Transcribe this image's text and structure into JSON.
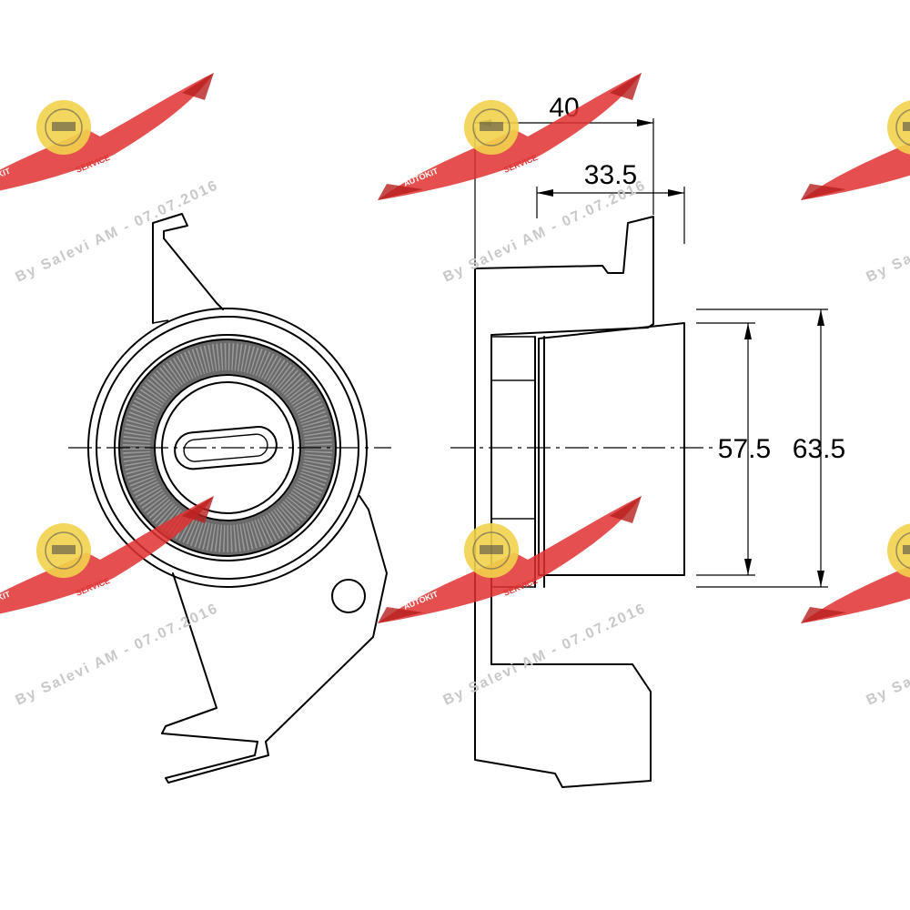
{
  "dimensions": {
    "width_outer": "40",
    "width_inner": "33.5",
    "height_inner": "57.5",
    "height_outer": "63.5"
  },
  "watermark": {
    "credit": "By Salevi AM - 07.07.2016",
    "brand": "AUTOKIT",
    "brand_sub": "SERVICE",
    "colors": {
      "wing": "#e03030",
      "badge": "#f2d24b"
    }
  },
  "colors": {
    "line": "#000000",
    "background": "#ffffff"
  }
}
